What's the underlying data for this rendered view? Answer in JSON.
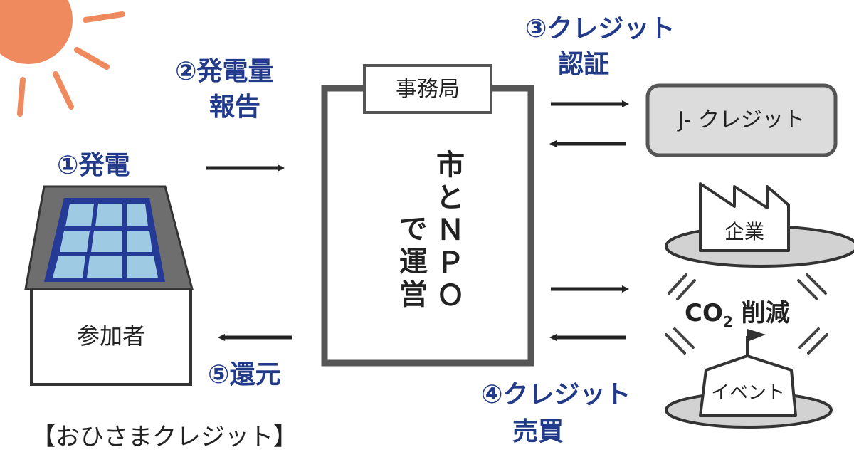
{
  "colors": {
    "sun": "#ef8a5e",
    "step_text": "#223a8a",
    "panel_frame": "#243a96",
    "panel_cell": "#9ecbe3",
    "roof": "#6e6e6e",
    "credit_box": "#dcdcdc",
    "ellipse": "#d2d2d2",
    "stroke": "#333333",
    "arrow": "#222222"
  },
  "steps": {
    "s1": "①発電",
    "s2_line1": "②発電量",
    "s2_line2": "報告",
    "s3_line1": "③クレジット",
    "s3_line2": "認証",
    "s4_line1": "④クレジット",
    "s4_line2": "売買",
    "s5": "⑤還元"
  },
  "office": {
    "tab_label": "事務局",
    "vertical_col1": "市とＮＰＯ",
    "vertical_col2": "で運営"
  },
  "participant": {
    "label": "参加者"
  },
  "jcredit": {
    "label": "J- クレジット"
  },
  "company": {
    "label": "企業"
  },
  "event": {
    "label": "イベント"
  },
  "co2": {
    "label_main": "CO",
    "label_sub": "2",
    "label_rest": " 削減"
  },
  "caption": {
    "title": "【おひさまクレジット】"
  }
}
